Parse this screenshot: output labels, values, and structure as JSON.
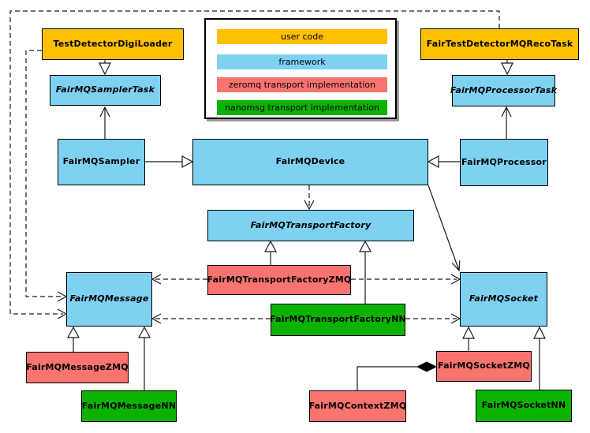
{
  "colors": {
    "user_code": "#FFC000",
    "framework": "#7ED1F1",
    "zeromq": "#F9736F",
    "nanomsg": "#0CB201",
    "box_border": "#000000",
    "line": "#1A1A1A",
    "background": "#FFFFFF"
  },
  "legend": {
    "items": [
      {
        "label": "user code",
        "category": "user_code"
      },
      {
        "label": "framework",
        "category": "framework"
      },
      {
        "label": "zeromq transport implementation",
        "category": "zeromq"
      },
      {
        "label": "nanomsg transport implementation",
        "category": "nanomsg"
      }
    ]
  },
  "classes": {
    "tddl": {
      "label": "TestDetectorDigiLoader",
      "category": "user_code",
      "abstract": false
    },
    "sampler_task": {
      "label": "FairMQSamplerTask",
      "category": "framework",
      "abstract": true
    },
    "sampler": {
      "label": "FairMQSampler",
      "category": "framework",
      "abstract": false
    },
    "reco_task": {
      "label": "FairTestDetectorMQRecoTask",
      "category": "user_code",
      "abstract": false
    },
    "processor_task": {
      "label": "FairMQProcessorTask",
      "category": "framework",
      "abstract": true
    },
    "processor": {
      "label": "FairMQProcessor",
      "category": "framework",
      "abstract": false
    },
    "device": {
      "label": "FairMQDevice",
      "category": "framework",
      "abstract": false
    },
    "transport_factory": {
      "label": "FairMQTransportFactory",
      "category": "framework",
      "abstract": true
    },
    "tf_zmq": {
      "label": "FairMQTransportFactoryZMQ",
      "category": "zeromq",
      "abstract": false
    },
    "tf_nn": {
      "label": "FairMQTransportFactoryNN",
      "category": "nanomsg",
      "abstract": false
    },
    "message": {
      "label": "FairMQMessage",
      "category": "framework",
      "abstract": true
    },
    "socket": {
      "label": "FairMQSocket",
      "category": "framework",
      "abstract": true
    },
    "message_zmq": {
      "label": "FairMQMessageZMQ",
      "category": "zeromq",
      "abstract": false
    },
    "message_nn": {
      "label": "FairMQMessageNN",
      "category": "nanomsg",
      "abstract": false
    },
    "socket_zmq": {
      "label": "FairMQSocketZMQ",
      "category": "zeromq",
      "abstract": false
    },
    "socket_nn": {
      "label": "FairMQSocketNN",
      "category": "nanomsg",
      "abstract": false
    },
    "context_zmq": {
      "label": "FairMQContextZMQ",
      "category": "zeromq",
      "abstract": false
    }
  },
  "relationships": [
    {
      "from": "TestDetectorDigiLoader",
      "to": "FairMQSamplerTask",
      "type": "inheritance"
    },
    {
      "from": "FairTestDetectorMQRecoTask",
      "to": "FairMQProcessorTask",
      "type": "inheritance"
    },
    {
      "from": "FairMQSampler",
      "to": "FairMQDevice",
      "type": "inheritance"
    },
    {
      "from": "FairMQProcessor",
      "to": "FairMQDevice",
      "type": "inheritance"
    },
    {
      "from": "FairMQSampler",
      "to": "FairMQSamplerTask",
      "type": "association"
    },
    {
      "from": "FairMQProcessor",
      "to": "FairMQProcessorTask",
      "type": "association"
    },
    {
      "from": "FairMQDevice",
      "to": "FairMQSocket",
      "type": "association"
    },
    {
      "from": "FairMQDevice",
      "to": "FairMQTransportFactory",
      "type": "dependency"
    },
    {
      "from": "FairMQTransportFactoryZMQ",
      "to": "FairMQTransportFactory",
      "type": "inheritance"
    },
    {
      "from": "FairMQTransportFactoryNN",
      "to": "FairMQTransportFactory",
      "type": "inheritance"
    },
    {
      "from": "FairMQTransportFactoryZMQ",
      "to": "FairMQMessage",
      "type": "dependency"
    },
    {
      "from": "FairMQTransportFactoryZMQ",
      "to": "FairMQSocket",
      "type": "dependency"
    },
    {
      "from": "FairMQTransportFactoryNN",
      "to": "FairMQMessage",
      "type": "dependency"
    },
    {
      "from": "FairMQTransportFactoryNN",
      "to": "FairMQSocket",
      "type": "dependency"
    },
    {
      "from": "TestDetectorDigiLoader",
      "to": "FairMQMessage",
      "type": "dependency"
    },
    {
      "from": "FairTestDetectorMQRecoTask",
      "to": "FairMQMessage",
      "type": "dependency"
    },
    {
      "from": "FairMQMessageZMQ",
      "to": "FairMQMessage",
      "type": "inheritance"
    },
    {
      "from": "FairMQMessageNN",
      "to": "FairMQMessage",
      "type": "inheritance"
    },
    {
      "from": "FairMQSocketZMQ",
      "to": "FairMQSocket",
      "type": "inheritance"
    },
    {
      "from": "FairMQSocketNN",
      "to": "FairMQSocket",
      "type": "inheritance"
    },
    {
      "from": "FairMQSocketZMQ",
      "to": "FairMQContextZMQ",
      "type": "composition"
    }
  ]
}
